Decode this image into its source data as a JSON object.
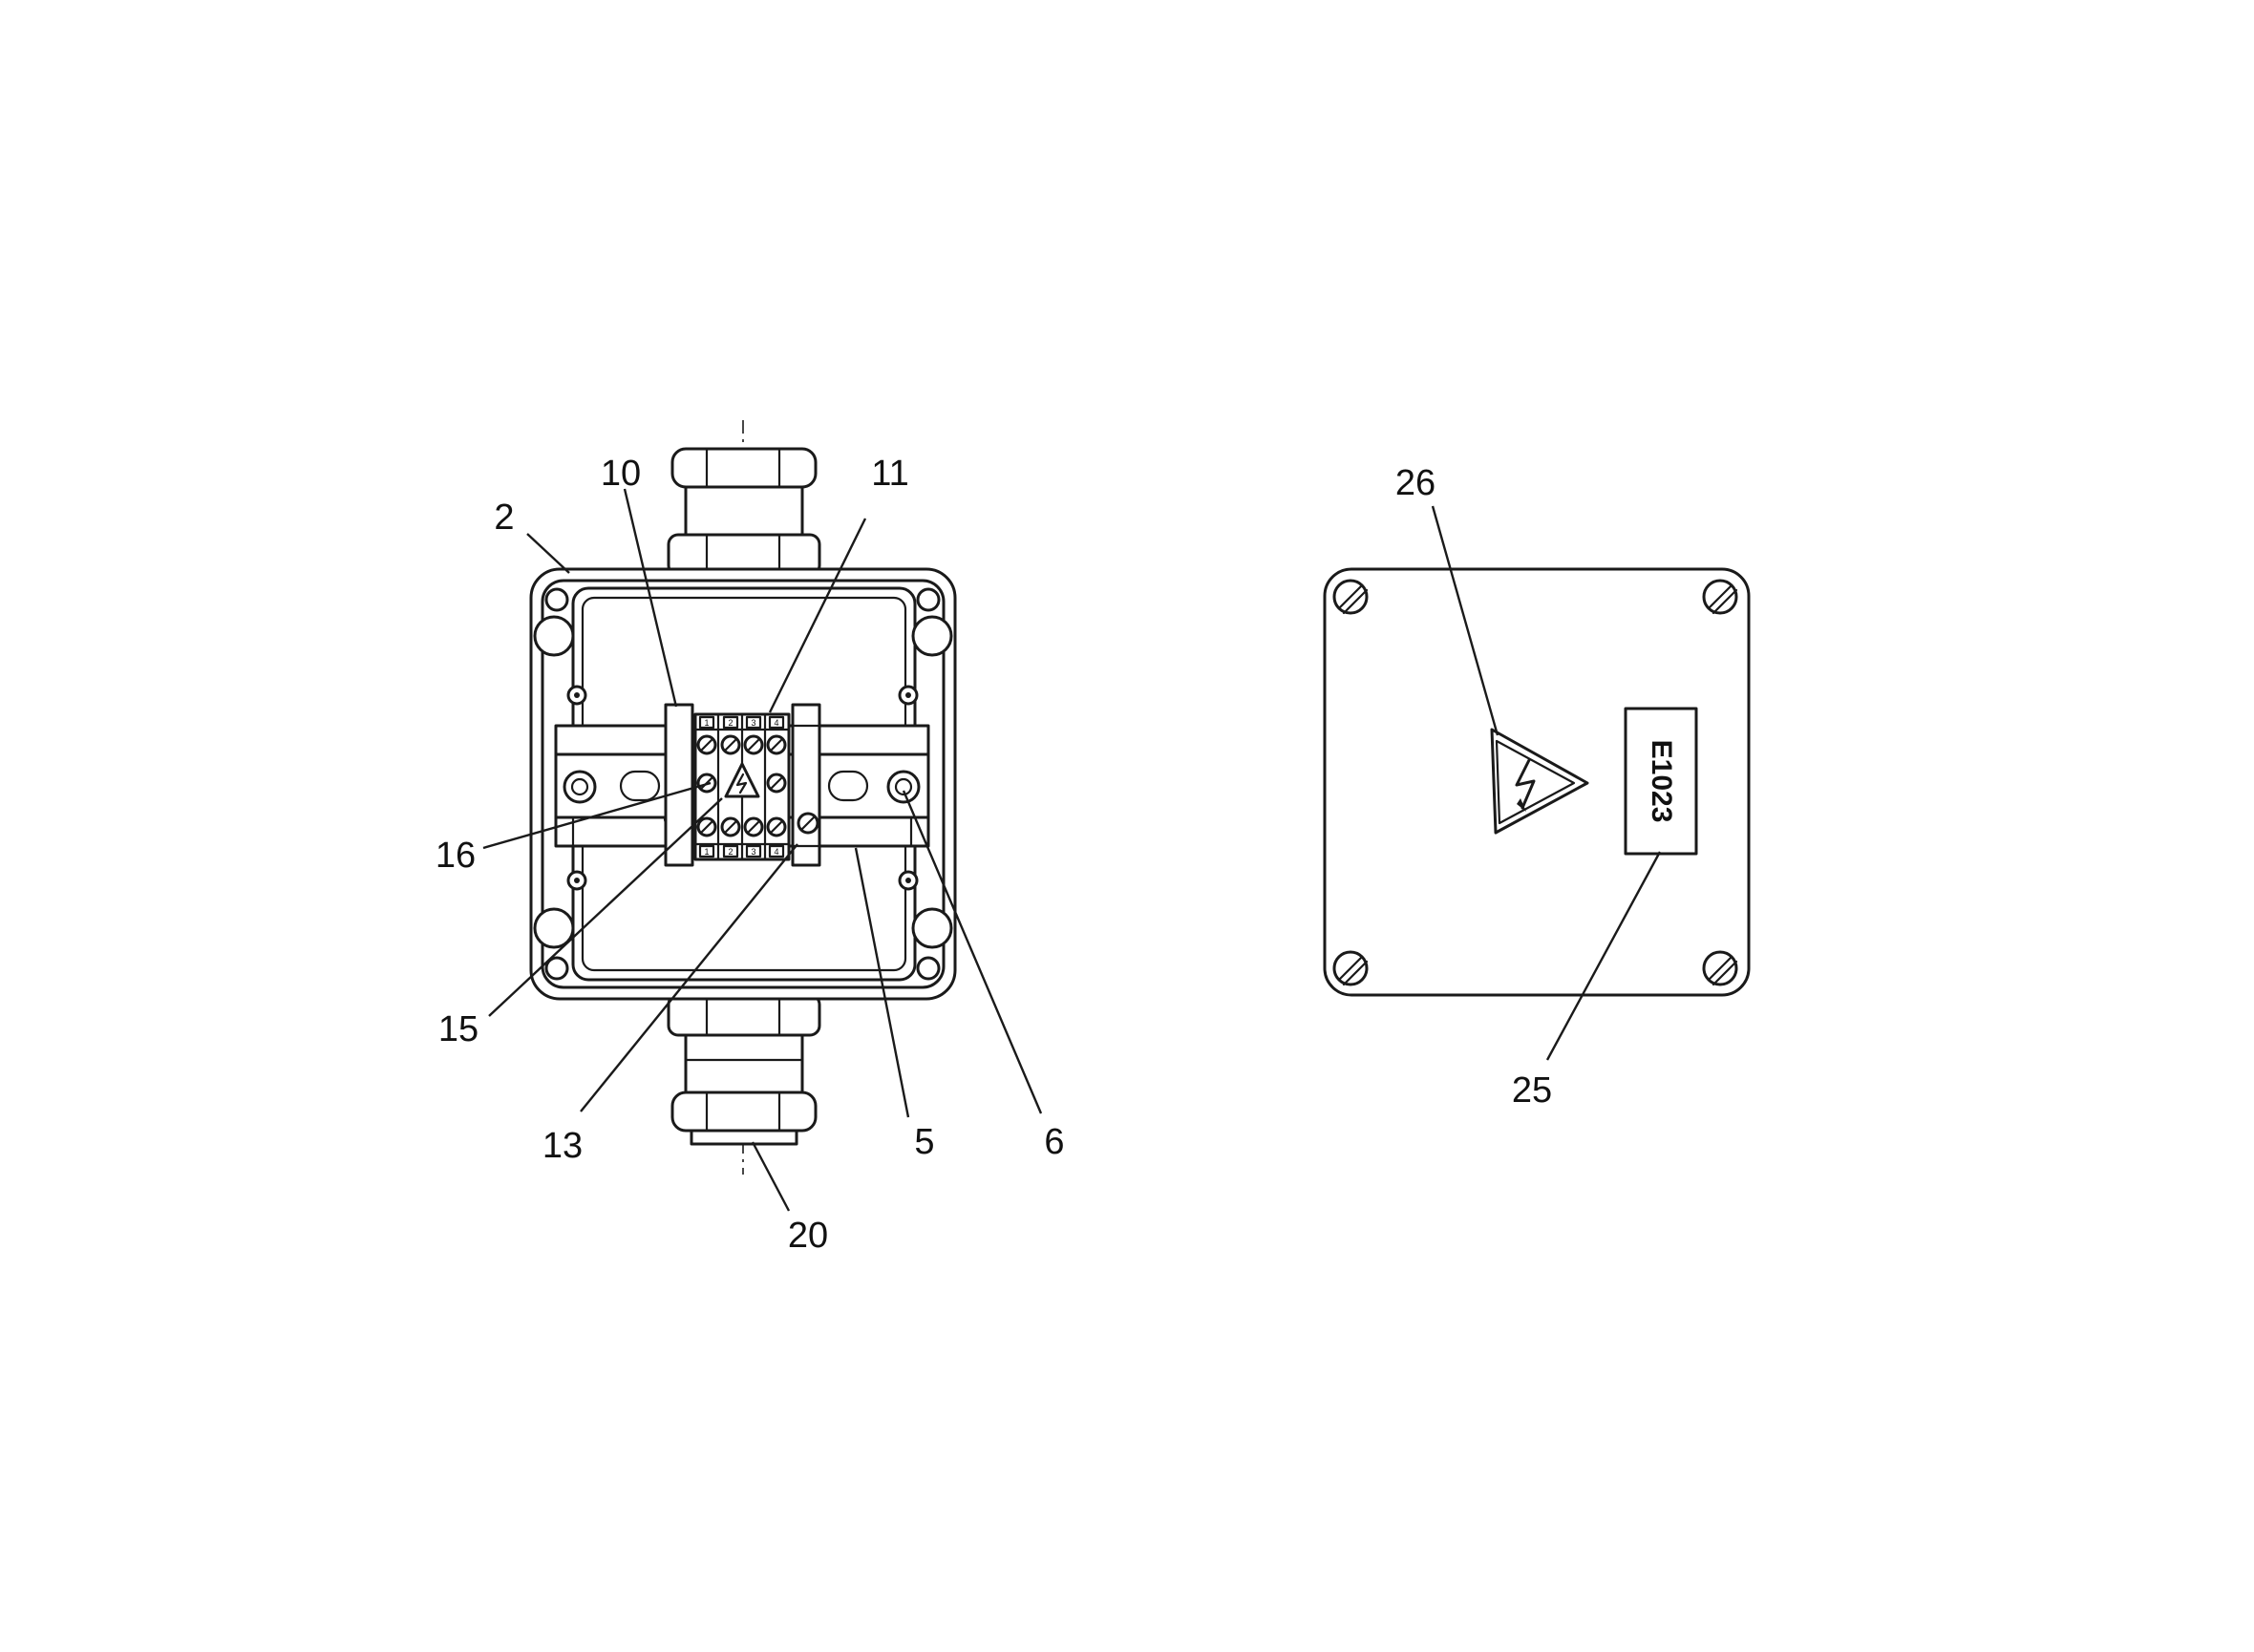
{
  "callouts": {
    "c2": "2",
    "c10": "10",
    "c11": "11",
    "c16": "16",
    "c15": "15",
    "c13": "13",
    "c5": "5",
    "c6": "6",
    "c20": "20",
    "c26": "26",
    "c25": "25"
  },
  "terminal_numbers": [
    "1",
    "2",
    "3",
    "4"
  ],
  "cover_label": "E1023",
  "icons": {
    "warning": "high-voltage-warning-icon"
  }
}
